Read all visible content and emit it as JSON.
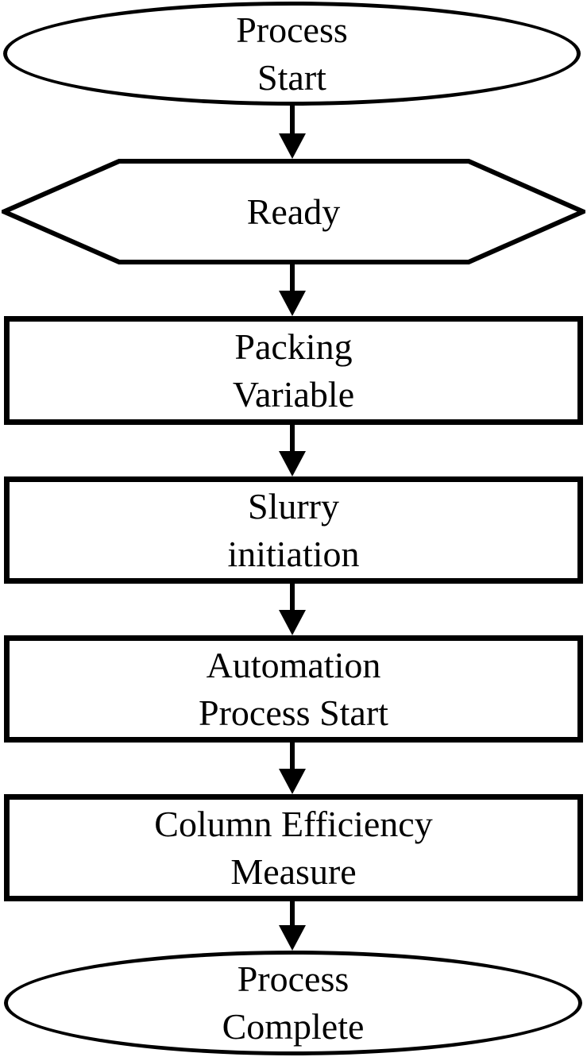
{
  "diagram": {
    "type": "flowchart",
    "direction": "top-down",
    "colors": {
      "stroke": "#000000",
      "fill": "#ffffff",
      "background": "#ffffff",
      "text": "#000000"
    },
    "nodes": [
      {
        "id": "process-start",
        "shape": "ellipse",
        "lines": [
          "Process",
          "Start"
        ]
      },
      {
        "id": "ready",
        "shape": "hexagon",
        "lines": [
          "Ready"
        ]
      },
      {
        "id": "packing-variable",
        "shape": "rectangle",
        "lines": [
          "Packing",
          "Variable"
        ]
      },
      {
        "id": "slurry-initiation",
        "shape": "rectangle",
        "lines": [
          "Slurry",
          "initiation"
        ]
      },
      {
        "id": "automation-process-start",
        "shape": "rectangle",
        "lines": [
          "Automation",
          "Process Start"
        ]
      },
      {
        "id": "column-efficiency-measure",
        "shape": "rectangle",
        "lines": [
          "Column Efficiency",
          "Measure"
        ]
      },
      {
        "id": "process-complete",
        "shape": "ellipse",
        "lines": [
          "Process",
          "Complete"
        ]
      }
    ],
    "connectors": [
      {
        "from": "process-start",
        "to": "ready"
      },
      {
        "from": "ready",
        "to": "packing-variable"
      },
      {
        "from": "packing-variable",
        "to": "slurry-initiation"
      },
      {
        "from": "slurry-initiation",
        "to": "automation-process-start"
      },
      {
        "from": "automation-process-start",
        "to": "column-efficiency-measure"
      },
      {
        "from": "column-efficiency-measure",
        "to": "process-complete"
      }
    ]
  }
}
